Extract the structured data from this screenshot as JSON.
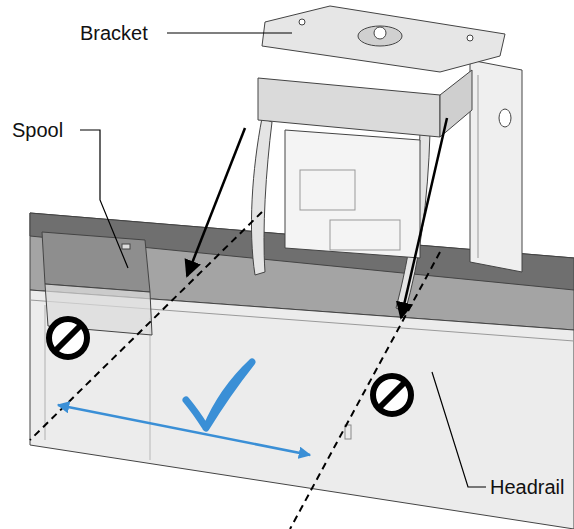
{
  "diagram": {
    "labels": [
      "Bracket",
      "Spool",
      "Headrail"
    ]
  }
}
